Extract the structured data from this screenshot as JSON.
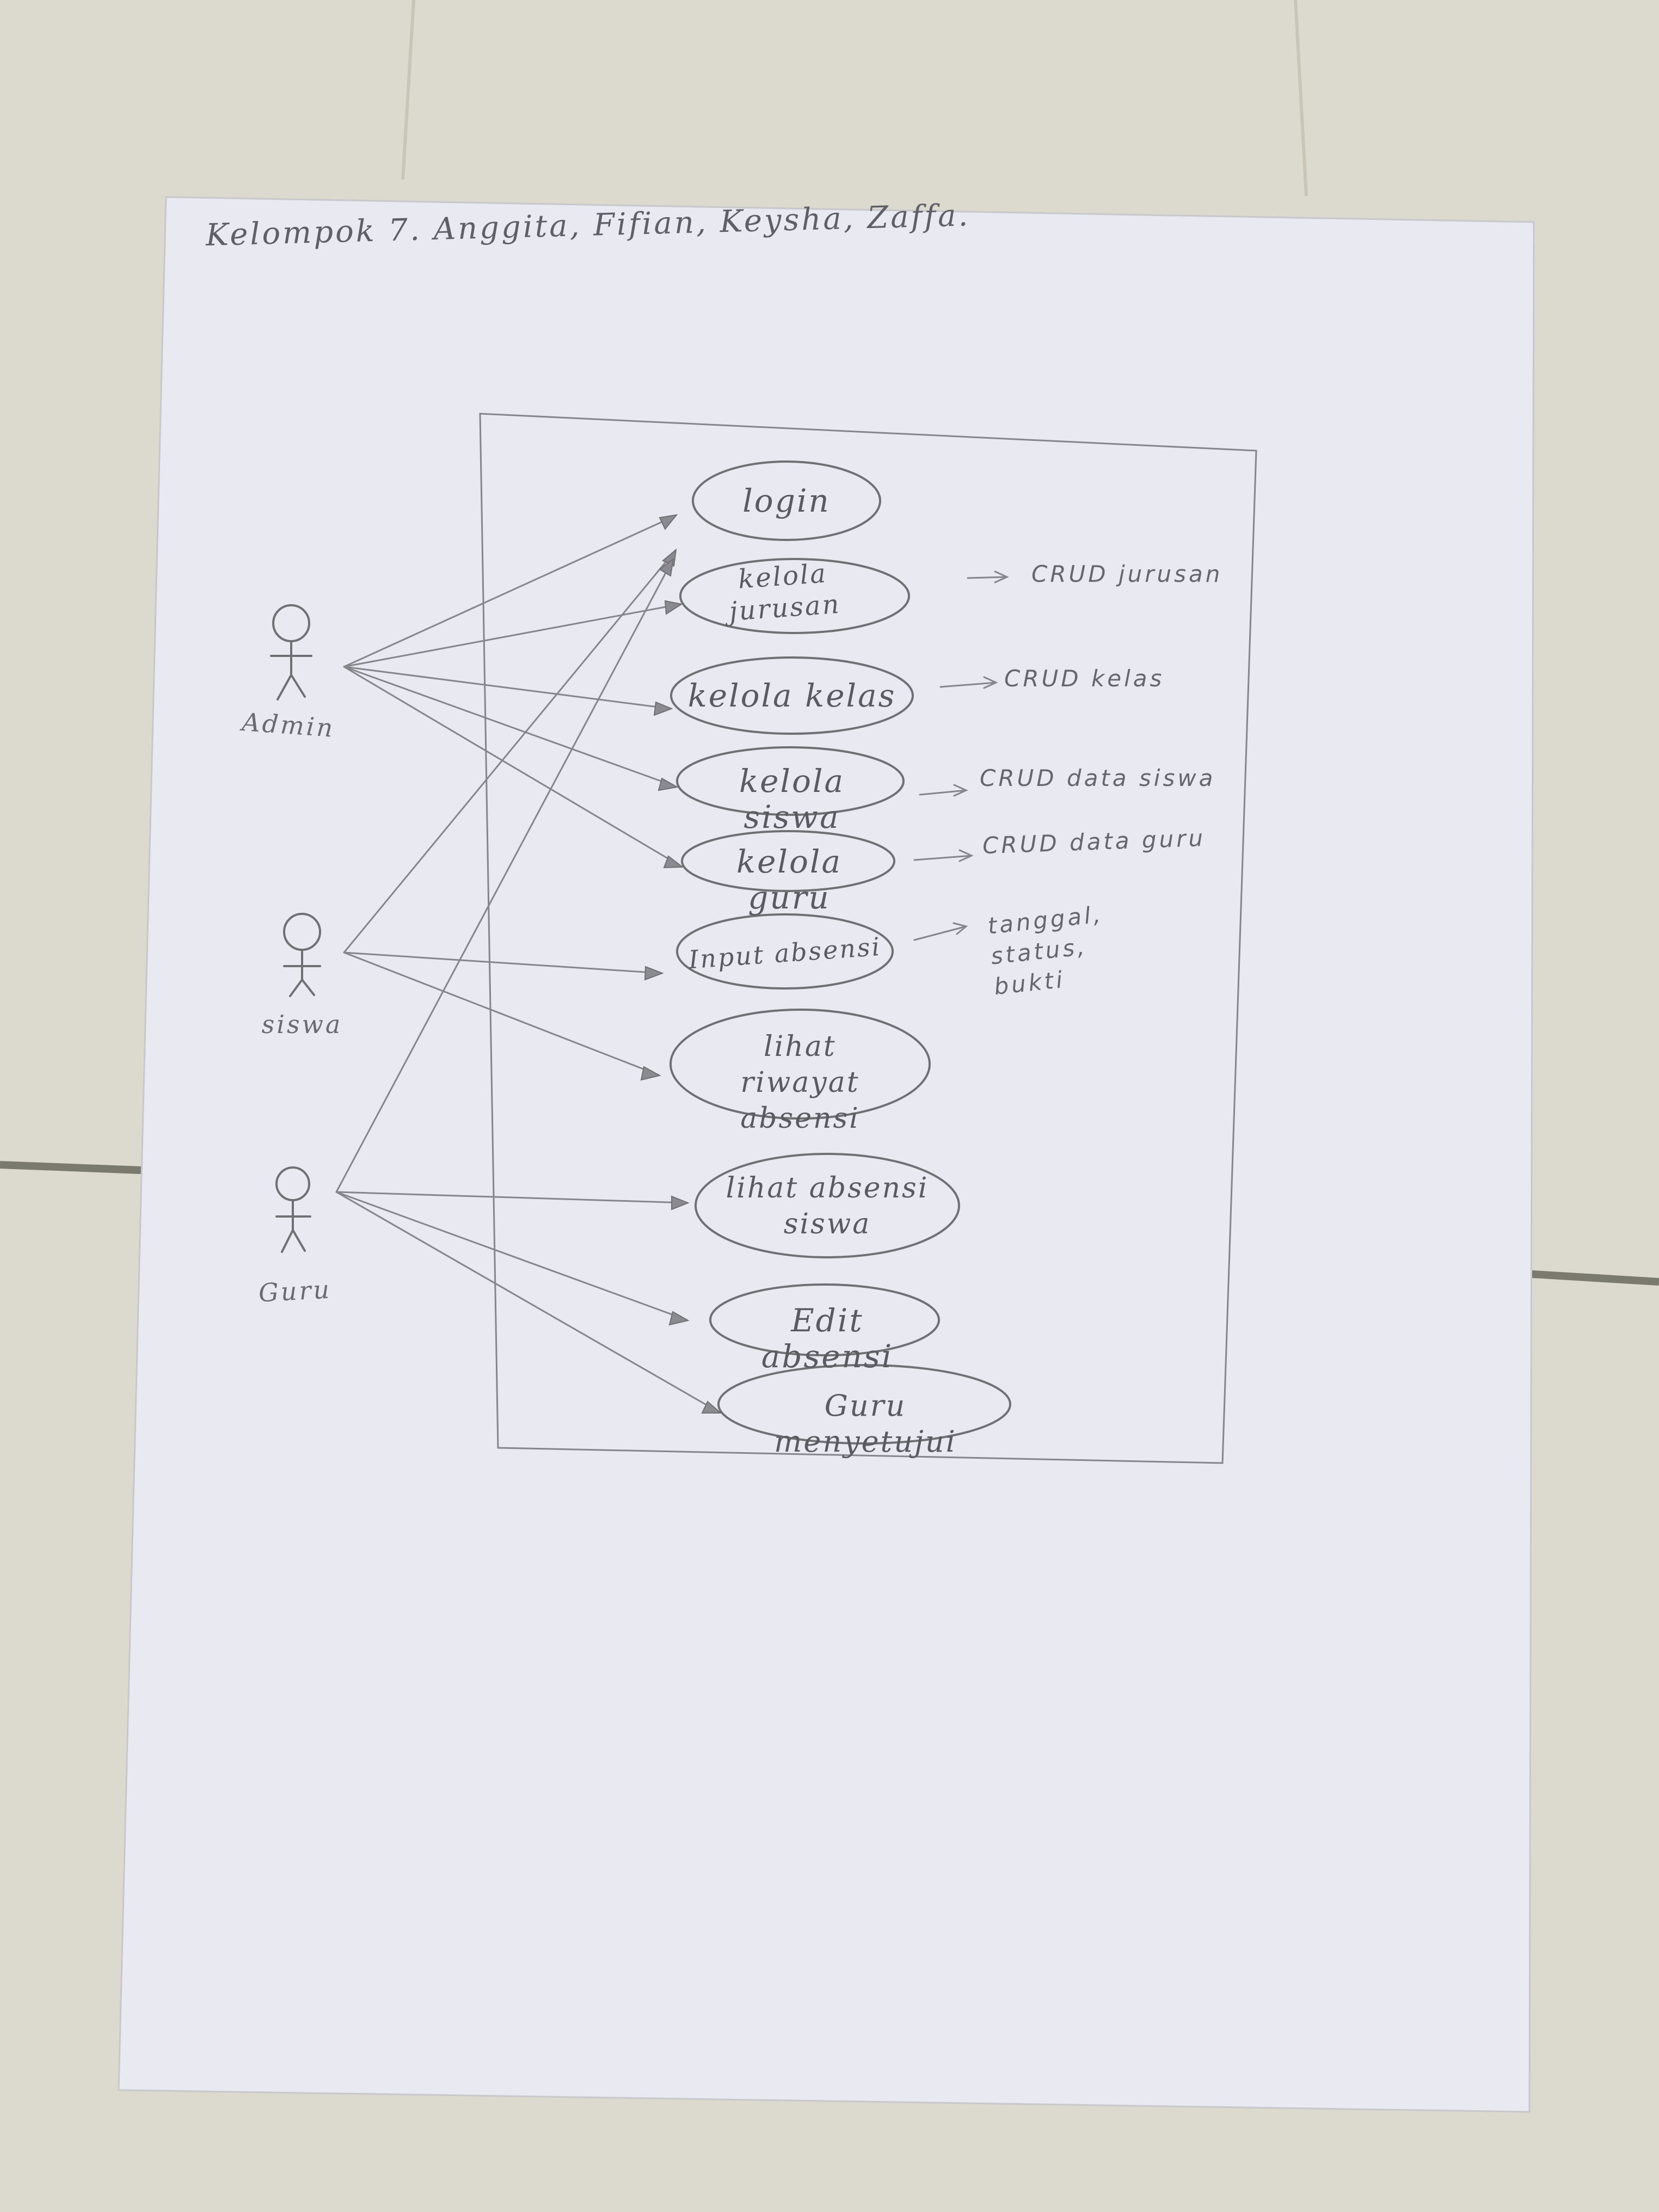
{
  "header": {
    "text": "Kelompok 7. Anggita, Fifian, Keysha, Zaffa."
  },
  "actors": [
    {
      "id": "admin",
      "label": "Admin"
    },
    {
      "id": "siswa",
      "label": "siswa"
    },
    {
      "id": "guru",
      "label": "Guru"
    }
  ],
  "use_cases": [
    {
      "id": "login",
      "label": "login"
    },
    {
      "id": "kelola_jurusan",
      "label": "kelola jurusan"
    },
    {
      "id": "kelola_kelas",
      "label": "kelola kelas"
    },
    {
      "id": "kelola_siswa",
      "label": "kelola siswa"
    },
    {
      "id": "kelola_guru",
      "label": "kelola guru"
    },
    {
      "id": "input_absensi",
      "label": "Input absensi"
    },
    {
      "id": "lihat_riwayat",
      "label": "lihat riwayat absensi"
    },
    {
      "id": "lihat_absensi_siswa",
      "label": "lihat absensi siswa"
    },
    {
      "id": "edit_absensi",
      "label": "Edit absensi"
    },
    {
      "id": "guru_menyetujui",
      "label": "Guru menyetujui"
    }
  ],
  "notes": [
    {
      "for": "kelola_jurusan",
      "text": "CRUD jurusan"
    },
    {
      "for": "kelola_kelas",
      "text": "CRUD kelas"
    },
    {
      "for": "kelola_siswa",
      "text": "CRUD data siswa"
    },
    {
      "for": "kelola_guru",
      "text": "CRUD data guru"
    },
    {
      "for": "input_absensi",
      "text": "tanggal, status, bukti"
    }
  ],
  "associations": [
    {
      "from": "admin",
      "to": "login"
    },
    {
      "from": "admin",
      "to": "kelola_jurusan"
    },
    {
      "from": "admin",
      "to": "kelola_kelas"
    },
    {
      "from": "admin",
      "to": "kelola_siswa"
    },
    {
      "from": "admin",
      "to": "kelola_guru"
    },
    {
      "from": "siswa",
      "to": "login"
    },
    {
      "from": "siswa",
      "to": "input_absensi"
    },
    {
      "from": "siswa",
      "to": "lihat_riwayat"
    },
    {
      "from": "guru",
      "to": "login"
    },
    {
      "from": "guru",
      "to": "lihat_absensi_siswa"
    },
    {
      "from": "guru",
      "to": "edit_absensi"
    },
    {
      "from": "guru",
      "to": "guru_menyetujui"
    }
  ]
}
